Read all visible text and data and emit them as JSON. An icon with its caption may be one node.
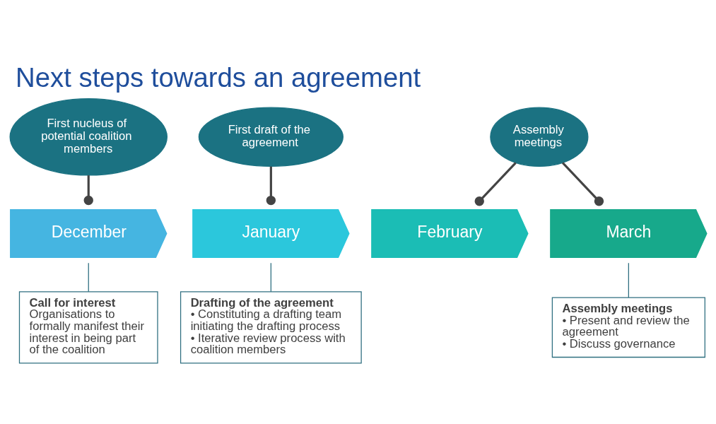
{
  "diagram": {
    "title": "Next steps towards an agreement",
    "nodes": [
      {
        "text": [
          "December"
        ]
      },
      {
        "text": [
          "January"
        ]
      },
      {
        "text": [
          "February"
        ]
      },
      {
        "text": [
          "March"
        ]
      },
      {
        "text": [
          "First nucleus of potential coalition members"
        ]
      },
      {
        "text": [
          "First draft of the agreement"
        ]
      },
      {
        "text": [
          "Assembly meetings"
        ]
      },
      {
        "text": [
          "Call for interest",
          "Organisations to formally manifest their interest in being part of the coalition"
        ]
      },
      {
        "text": [
          "Drafting of the agreement",
          "• Constituting a drafting team initiating the drafting process",
          "• Iterative review process with coalition members"
        ]
      },
      {
        "text": [
          "Assembly meetings",
          "• Present and review the agreement",
          "• Discuss governance"
        ]
      }
    ],
    "edges": [
      {
        "from": 4,
        "to": 0,
        "arrow": "other"
      },
      {
        "from": 5,
        "to": 1,
        "arrow": "other"
      },
      {
        "from": 6,
        "to": 2,
        "arrow": "other"
      },
      {
        "from": 6,
        "to": 3,
        "arrow": "other"
      },
      {
        "from": 7,
        "to": 0,
        "arrow": "none"
      },
      {
        "from": 8,
        "to": 1,
        "arrow": "none"
      },
      {
        "from": 9,
        "to": 3,
        "arrow": "none"
      }
    ]
  }
}
